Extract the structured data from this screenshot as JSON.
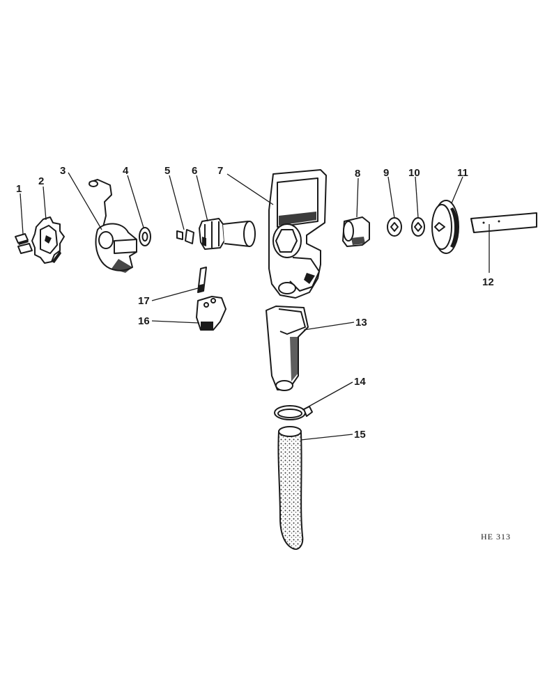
{
  "drawing_code": "HE 313",
  "callouts": [
    {
      "id": "1",
      "label": "1"
    },
    {
      "id": "2",
      "label": "2"
    },
    {
      "id": "3",
      "label": "3"
    },
    {
      "id": "4",
      "label": "4"
    },
    {
      "id": "5",
      "label": "5"
    },
    {
      "id": "6",
      "label": "6"
    },
    {
      "id": "7",
      "label": "7"
    },
    {
      "id": "8",
      "label": "8"
    },
    {
      "id": "9",
      "label": "9"
    },
    {
      "id": "10",
      "label": "10"
    },
    {
      "id": "11",
      "label": "11"
    },
    {
      "id": "12",
      "label": "12"
    },
    {
      "id": "13",
      "label": "13"
    },
    {
      "id": "14",
      "label": "14"
    },
    {
      "id": "15",
      "label": "15"
    },
    {
      "id": "16",
      "label": "16"
    },
    {
      "id": "17",
      "label": "17"
    }
  ]
}
